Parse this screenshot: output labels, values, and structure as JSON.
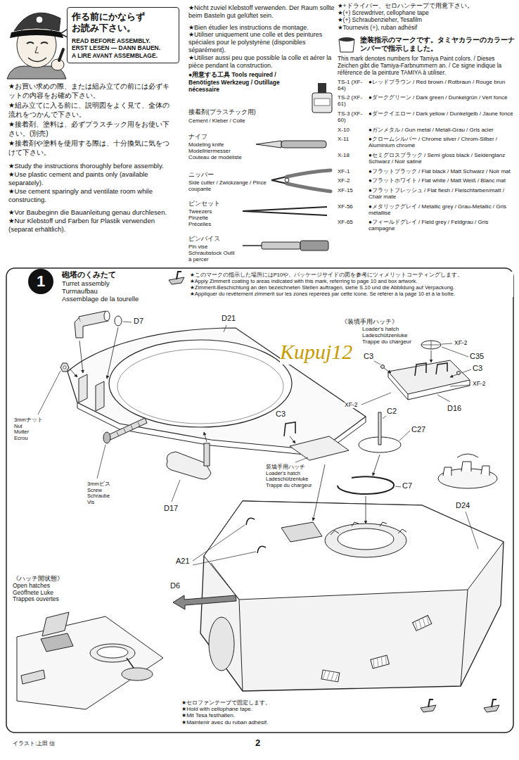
{
  "diagram": {
    "nodes": [
      {
        "text": [
          "作る前にかならず お読み下さい。",
          "READ BEFORE ASSEMBLY.",
          "ERST LESEN — DANN BAUEN.",
          "A LIRE AVANT ASSEMBLAGE."
        ]
      },
      {
        "text": [
          "1"
        ]
      }
    ],
    "labels": [
      "★お買い求めの際、または組み立ての前には必ずキットの内容をお確め下さい。",
      "★組み立てに入る前に、説明図をよく見て、全体の流れをつかんで下さい。",
      "★接着剤、塗料は、必ずプラスチック用をお使い下さい。(別売)",
      "★接着剤や塗料を使用する際は、十分換気に気をつけて下さい。",
      "★Study the instructions thoroughly before assembly.",
      "★Use plastic cement and paints only (available separately).",
      "★Use cement sparingly and ventilate room while constructing.",
      "★Vor Baubeginn die Bauanleitung genau durchlesen.",
      "★Nur Klebstoff und Farben für Plastik verwenden (separat erhältlich).",
      "★Nicht zuviel Klebstoff verwenden. Der Raum sollte beim Basteln gut gelüftet sein.",
      "★Bien étudier les instructions de montage.",
      "★Utiliser uniquement une colle et des peintures spéciales pour le polystyrène (disponibles séparément).",
      "★Utiliser aussi peu que possible la colle et aérer la pièce pendant la construction.",
      "●用意する工具 Tools required / Benötigtes Werkzeug / Outillage nécessaire",
      "接着剤(プラスチック用)",
      "Cement / Kleber / Colle",
      "ナイフ",
      "Modeling knife Modellriermesser Couteau de modéliste",
      "ニッパー",
      "Side cutter / Zwickzange / Pince coupante",
      "ピンセット",
      "Tweezers Pinzette Précelles",
      "ピンバイス",
      "Pin vise Schraubstock Outil à percer",
      "★+ドライバー、セロハンテープで用意下さい。",
      "★(+) Screwdriver, cellophane tape",
      "★(+) Schraubenzieher, Tesafilm",
      "★Tournevis (+), ruban adhésif",
      "塗装指示のマークです。タミヤカラーのカラーナンバーで指示しました。",
      "This mark denotes numbers for Tamiya Paint colors. / Dieses Zeichen gibt die Tamiya-Farbnummern an. / Ce signe indique la référence de la peinture TAMIYA à utiliser.",
      "TS-1 (XF-64)",
      "●レッドブラウン / Red brown / Rotbraun / Rouge brun",
      "TS-2 (XF-61)",
      "●ダークグリーン / Dark green / Dunkelgrün / Vert foncé",
      "TS-3 (XF-60)",
      "●ダークイエロー / Dark yellow / Dunkelgelb / Jaune foncé",
      "X-10",
      "●ガンメタル / Gun metal / Metall-Grau / Gris acier",
      "X-11",
      "●クロームシルバー / Chrome silver / Chrom-Silber / Aluminium chromé",
      "X-18",
      "●セミグロスブラック / Semi gloss black / Seidenglanz Schwarz / Noir satiné",
      "XF-1",
      "●フラットブラック / Flat black / Matt Schwarz / Noir mat",
      "XF-2",
      "●フラットホワイト / Flat white / Matt Weiß / Blanc mat",
      "XF-15",
      "●フラットフレッシュ / Flat flesh / Fleischfarben/matt / Chair mate",
      "XF-56",
      "●メタリックグレイ / Metallic grey / Grau-Metallic / Gris métallisé",
      "XF-65",
      "●フィールドグレイ / Field grey / Feldgrau / Gris campagne",
      "砲塔のくみたて",
      "Turret assembly",
      "Turmaufbau",
      "Assemblage de la tourelle",
      "★このマークの指示した場所にはP10や、パッケージサイドの図を参考にツィメリットコーティングします。",
      "★Apply Zimmerit coating to areas indicated with this mark, referring to page 10 and box artwork.",
      "★Zimmerit-Beschichtung an den bezeichneten Stellen auftragen, siehe S.10 und die Abbildung auf Verpackung.",
      "★Appliquer du revêtement zimmerit sur les zones repérées par cette icone. Se référer à la page 10 et à la boîte.",
      "《装填手用ハッチ》",
      "Loader's hatch",
      "Ladeschützenluke",
      "Trappe du chargeur",
      "D7",
      "D21",
      "XF-2",
      "C35",
      "C3",
      "C3",
      "XF-2",
      "XF-2",
      "D16",
      "3mmナット",
      "Nut",
      "Mutter",
      "Ecrou",
      "C3",
      "C2",
      "C27",
      "装填手用ハッチ",
      "Loader's hatch",
      "Ladeschützenluke",
      "Trappe du chargeur",
      "3mmビス",
      "Screw",
      "Schraube",
      "Vis",
      "C7",
      "D24",
      "D17",
      "A21",
      "《ハッチ開状態》",
      "Open hatches",
      "Geöffnete Luke",
      "Trappes ouvertes",
      "D6",
      "★セロファンテープで固定します。",
      "★Hold with cellophane tape.",
      "★Mit Tesa festhalten.",
      "★Maintenir avec du ruban adhésif.",
      "イラスト:上田 信",
      "2",
      "Kupuj12"
    ]
  }
}
